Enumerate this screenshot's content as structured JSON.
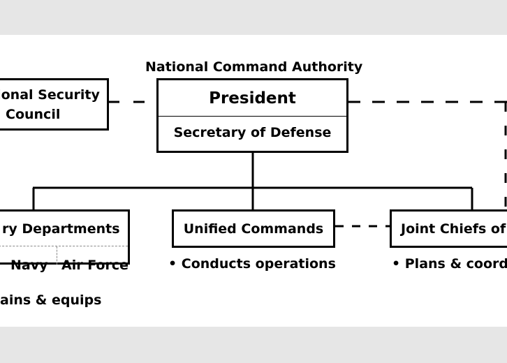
{
  "national_command_authority": "National Command Authority",
  "national_security_council": {
    "line1": "ional Security",
    "line2": "Council"
  },
  "president_box": {
    "top": "President",
    "bottom": "Secretary of Defense"
  },
  "military_departments": {
    "title": "ry Departments",
    "navy": "Navy",
    "air_force": "Air Force",
    "note": "ains & equips"
  },
  "unified_commands": {
    "title": "Unified Commands",
    "note": "• Conducts operations"
  },
  "joint_chiefs": {
    "title": "Joint Chiefs of",
    "note": "• Plans & coord"
  }
}
